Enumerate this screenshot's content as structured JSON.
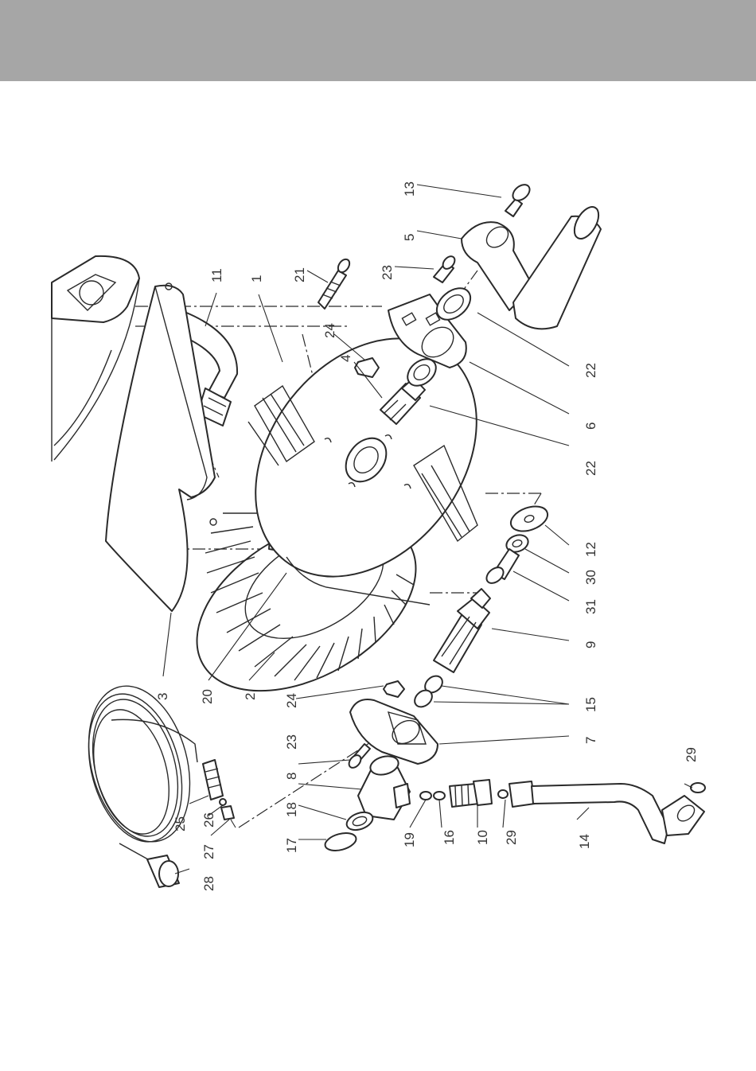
{
  "callouts": {
    "p1": "1",
    "p2": "2",
    "p3": "3",
    "p4": "4",
    "p5": "5",
    "p6": "6",
    "p7": "7",
    "p8": "8",
    "p9": "9",
    "p10": "10",
    "p11": "11",
    "p12": "12",
    "p13": "13",
    "p14": "14",
    "p15": "15",
    "p16": "16",
    "p17": "17",
    "p18": "18",
    "p19": "19",
    "p20": "20",
    "p21": "21",
    "p22a": "22",
    "p22b": "22",
    "p23a": "23",
    "p23b": "23",
    "p24a": "24",
    "p24b": "24",
    "p25": "25",
    "p26": "26",
    "p27": "27",
    "p28": "28",
    "p29a": "29",
    "p29b": "29",
    "p30": "30",
    "p31": "31"
  },
  "colors": {
    "header_band": "#a6a6a6",
    "line": "#2a2a2a",
    "text": "#333333"
  }
}
